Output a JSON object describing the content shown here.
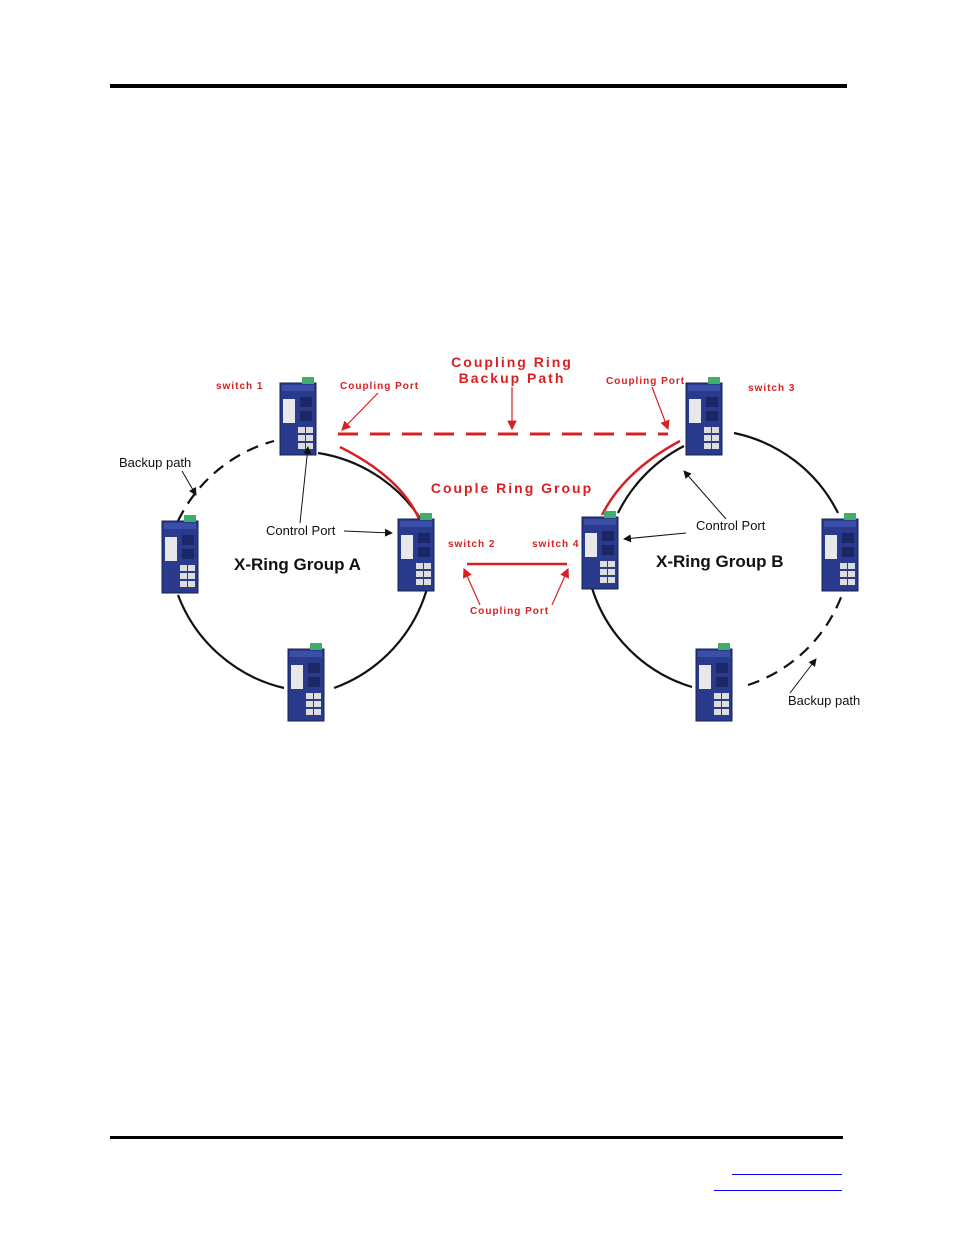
{
  "diagram": {
    "coupling_ring_backup_path_line1": "Coupling Ring",
    "coupling_ring_backup_path_line2": "Backup Path",
    "couple_ring_group": "Couple Ring Group",
    "switch_1": "switch 1",
    "switch_2": "switch 2",
    "switch_3": "switch 3",
    "switch_4": "switch 4",
    "coupling_port_left": "Coupling Port",
    "coupling_port_right": "Coupling Port",
    "coupling_port_bottom": "Coupling Port",
    "backup_path_left": "Backup path",
    "backup_path_right": "Backup path",
    "control_port_left": "Control Port",
    "control_port_right": "Control Port",
    "group_a": "X-Ring Group A",
    "group_b": "X-Ring Group B",
    "colors": {
      "coupling": "#d92020",
      "ring": "#111111",
      "switch_body": "#2a3a8c"
    }
  }
}
